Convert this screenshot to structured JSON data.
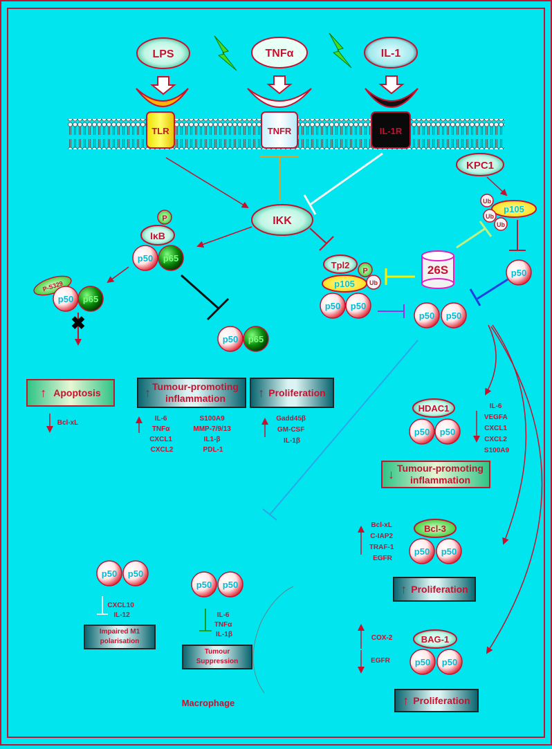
{
  "ligands": {
    "lps": "LPS",
    "tnfa": "TNFα",
    "il1": "IL-1"
  },
  "receptors": {
    "tlr": "TLR",
    "tnfr": "TNFR",
    "il1r": "IL-1R"
  },
  "nodes": {
    "ikk": "IKK",
    "kpc1": "KPC1",
    "p105": "p105",
    "ub": "Ub",
    "s26": "26S",
    "ikb": "IκB",
    "p": "P",
    "p50": "p50",
    "p65": "p65",
    "ps329": "P-S329",
    "tpl2": "Tpl2",
    "hdac1": "HDAC1",
    "bcl3": "Bcl-3",
    "bag1": "BAG-1"
  },
  "left_boxes": {
    "apoptosis": "Apoptosis",
    "tumour_promoting_1": "Tumour-promoting",
    "tumour_promoting_2": "inflammation",
    "proliferation": "Proliferation"
  },
  "left_lists": {
    "bcl_xl": "Bcl-xL",
    "col1": [
      "IL-6",
      "TNFα",
      "CXCL1",
      "CXCL2"
    ],
    "col2": [
      "S100A9",
      "MMP-7/9/13",
      "IL1-β",
      "PDL-1"
    ],
    "col3": [
      "Gadd45β",
      "GM-CSF",
      "IL-1β"
    ]
  },
  "right_lists": {
    "hdac_genes": [
      "IL-6",
      "VEGFA",
      "CXCL1",
      "CXCL2",
      "S100A9"
    ],
    "hdac_box_1": "Tumour-promoting",
    "hdac_box_2": "inflammation",
    "bcl3_genes": [
      "Bcl-xL",
      "C-IAP2",
      "TRAF-1",
      "EGFR"
    ],
    "bcl3_box": "Proliferation",
    "bag1_up": "COX-2",
    "bag1_down": "EGFR",
    "bag1_box": "Proliferation"
  },
  "macrophage": {
    "genes1": [
      "CXCL10",
      "IL-12"
    ],
    "box1_1": "Impaired M1",
    "box1_2": "polarisation",
    "genes2": [
      "IL-6",
      "TNFα",
      "IL-1β"
    ],
    "box2_1": "Tumour",
    "box2_2": "Suppression",
    "label": "Macrophage"
  },
  "colors": {
    "background": "#00e5ee",
    "accent": "#c8102e",
    "green": "#1a9e1a"
  }
}
